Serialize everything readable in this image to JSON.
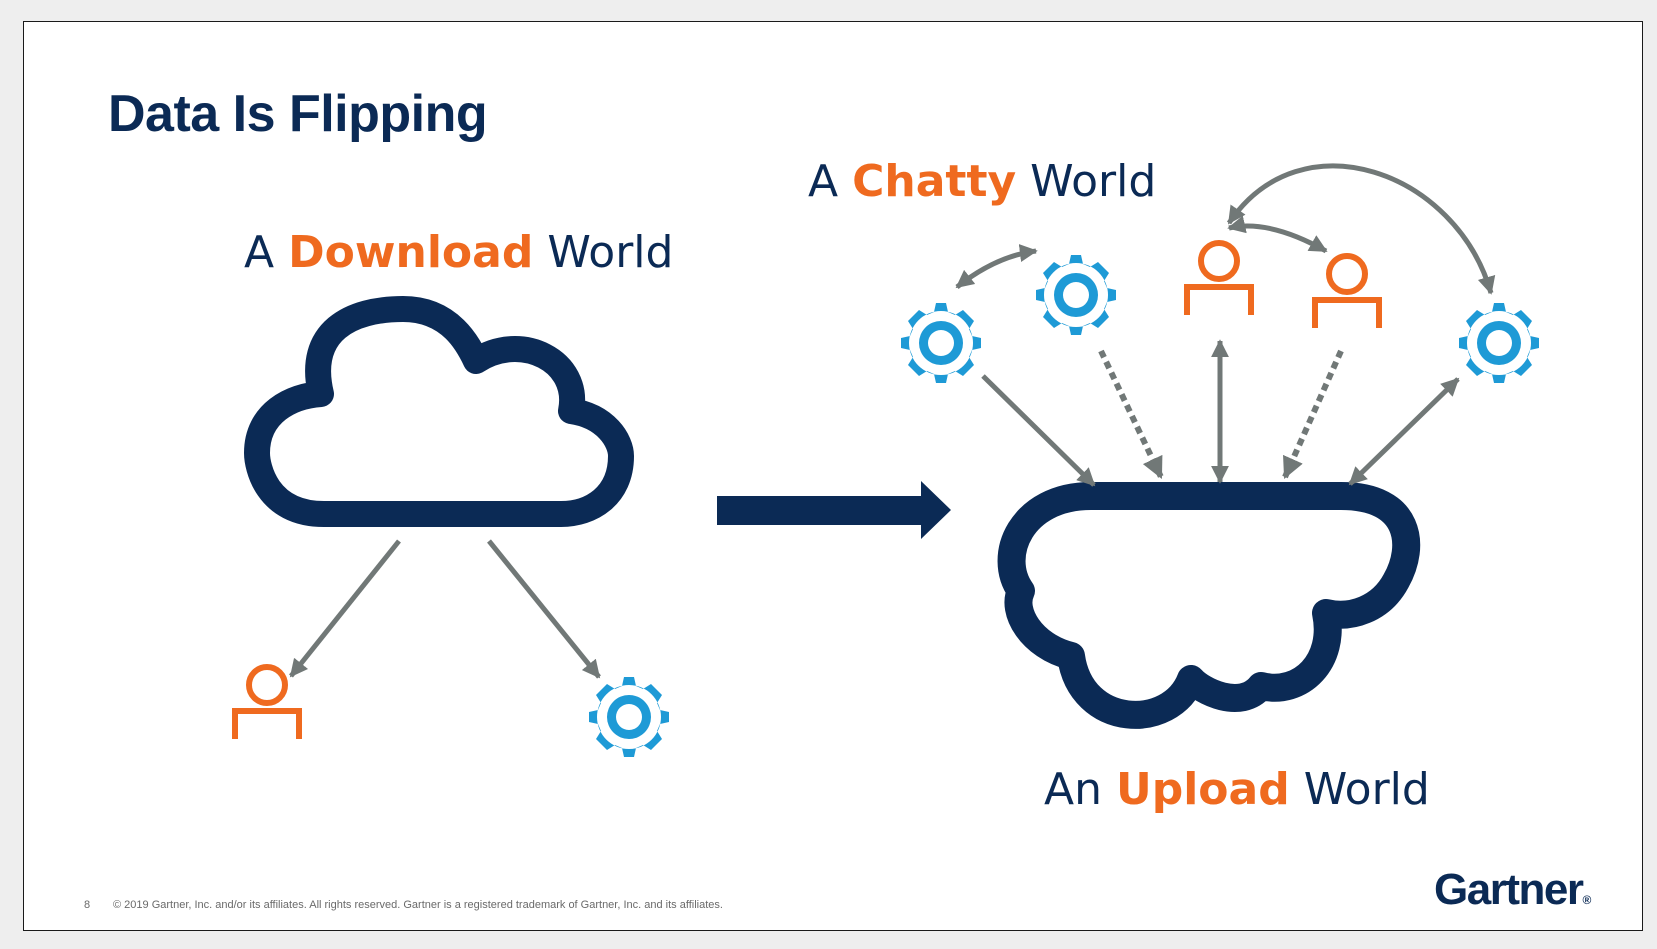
{
  "title": "Data Is Flipping",
  "download_world": {
    "prefix": "A",
    "accent": "Download",
    "suffix": "World"
  },
  "chatty_world": {
    "prefix": "A",
    "accent": "Chatty",
    "suffix": "World"
  },
  "upload_world": {
    "prefix": "An",
    "accent": "Upload",
    "suffix": "World"
  },
  "footer": {
    "page_number": "8",
    "copyright": "© 2019 Gartner, Inc. and/or its affiliates. All rights reserved. Gartner is a registered trademark of Gartner, Inc. and its affiliates."
  },
  "logo": {
    "text": "Gartner",
    "mark": "®"
  },
  "colors": {
    "navy": "#0b2a55",
    "orange": "#ef6a1f",
    "blue": "#1e9ad6",
    "gray": "#717877"
  },
  "icons": [
    "cloud-icon",
    "person-icon",
    "gear-icon",
    "arrow-right-icon"
  ]
}
